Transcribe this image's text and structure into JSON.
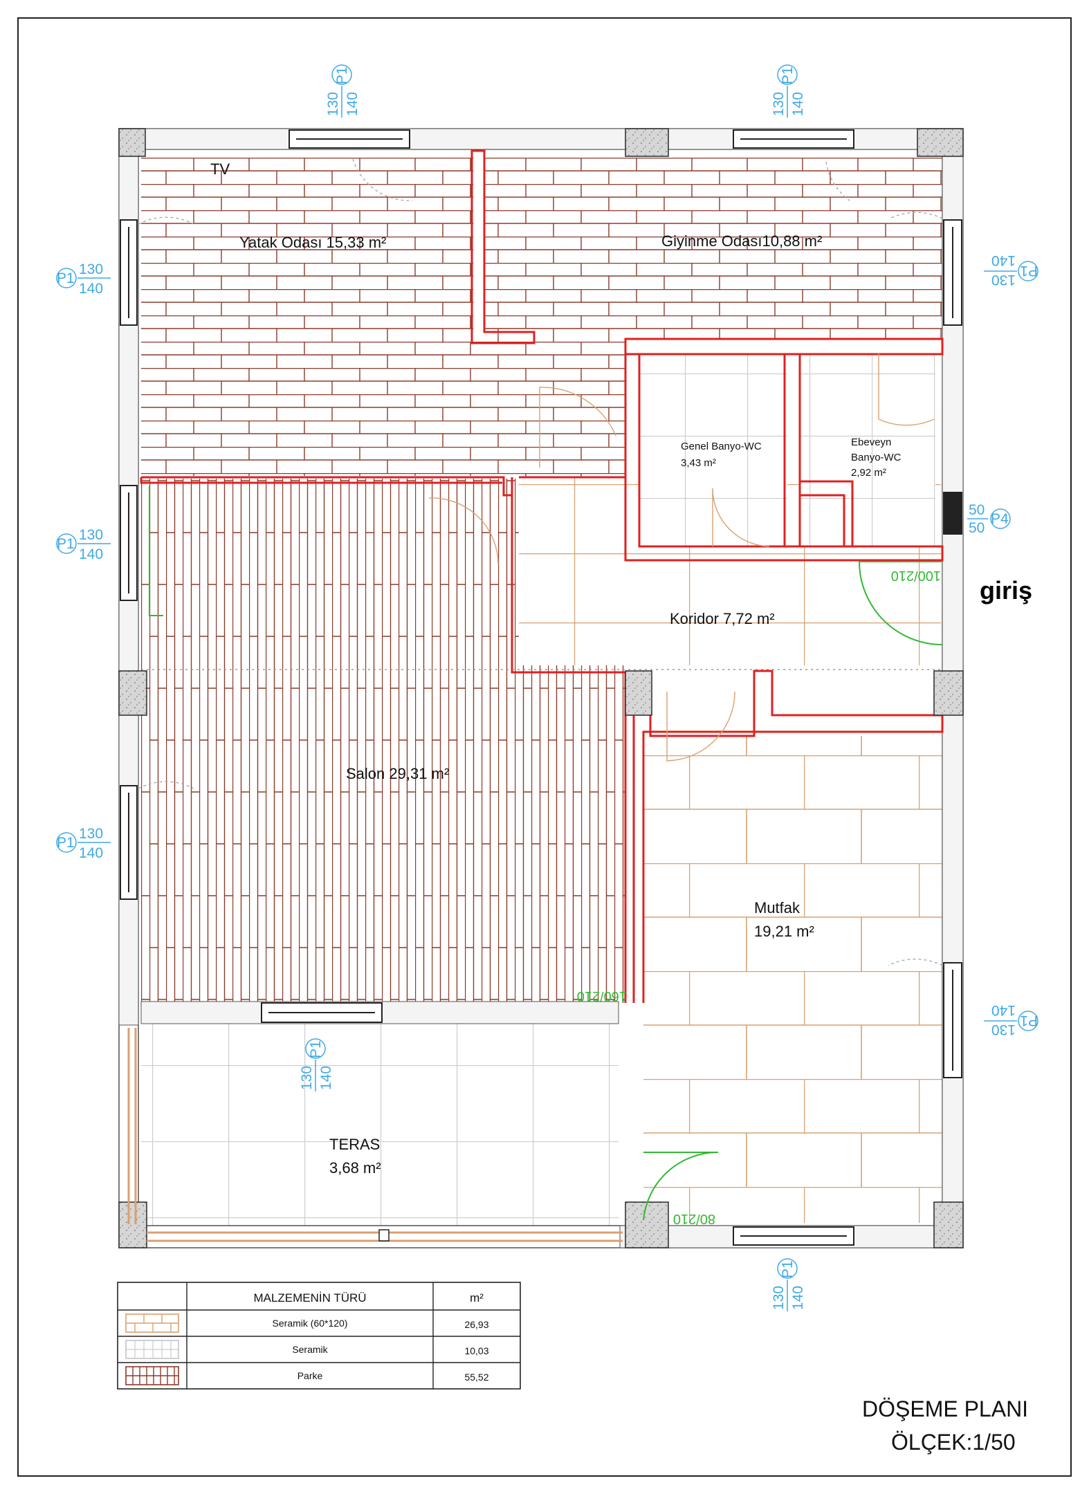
{
  "rooms": {
    "yatak": "Yatak  Odası 15,33 m²",
    "giyinme": "Giyinme Odası10,88 m²",
    "genel_banyo_1": "Genel Banyo-WC",
    "genel_banyo_2": "3,43 m²",
    "ebeveyn_1": "Ebeveyn",
    "ebeveyn_2": "Banyo-WC",
    "ebeveyn_3": "2,92 m²",
    "koridor": "Koridor 7,72 m²",
    "salon": "Salon 29,31 m²",
    "mutfak_1": "Mutfak",
    "mutfak_2": "19,21 m²",
    "teras_1": "TERAS",
    "teras_2": "3,68 m²"
  },
  "tv_label": "TV",
  "entrance_label": "giriş",
  "window_tag": {
    "code": "P1",
    "width": "130",
    "height": "140"
  },
  "window_tag_p4": {
    "code": "P4",
    "width": "50",
    "height": "50"
  },
  "door_codes": {
    "entrance": "100/210",
    "salon": "160/210",
    "kitchen": "80/210"
  },
  "legend": {
    "header_type": "MALZEMENİN TÜRÜ",
    "header_area": "m²",
    "rows": [
      {
        "type": "Seramik (60*120)",
        "area": "26,93",
        "pattern": "seramik-large"
      },
      {
        "type": "Seramik",
        "area": "10,03",
        "pattern": "seramik"
      },
      {
        "type": "Parke",
        "area": "55,52",
        "pattern": "parke"
      }
    ]
  },
  "title": {
    "line1": "DÖŞEME PLANI",
    "line2": "ÖLÇEK:1/50"
  },
  "colors": {
    "brick": "#8b3a2a",
    "wall_red": "#e02020",
    "tile_orange": "#d9a070",
    "tile_gray": "#c8c8c8",
    "tag_blue": "#3fa9e6",
    "door_green": "#33b833"
  }
}
